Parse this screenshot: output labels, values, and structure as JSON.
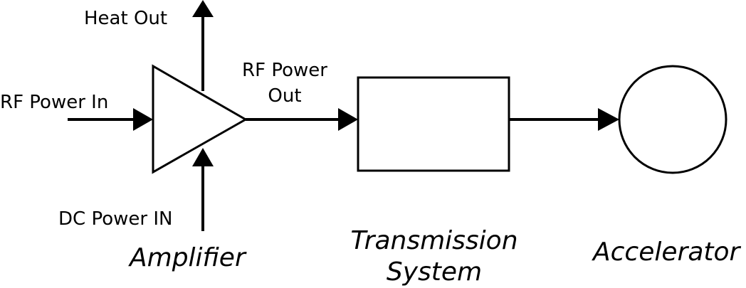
{
  "labels": {
    "heat_out": "Heat Out",
    "rf_power_in": "RF Power In",
    "rf_power_out_line1": "RF Power",
    "rf_power_out_line2": "Out",
    "dc_power_in": "DC Power IN"
  },
  "captions": {
    "amplifier": "Amplifier",
    "transmission_line1": "Transmission",
    "transmission_line2": "System",
    "accelerator": "Accelerator"
  },
  "colors": {
    "line": "#000000",
    "background": "#ffffff"
  }
}
